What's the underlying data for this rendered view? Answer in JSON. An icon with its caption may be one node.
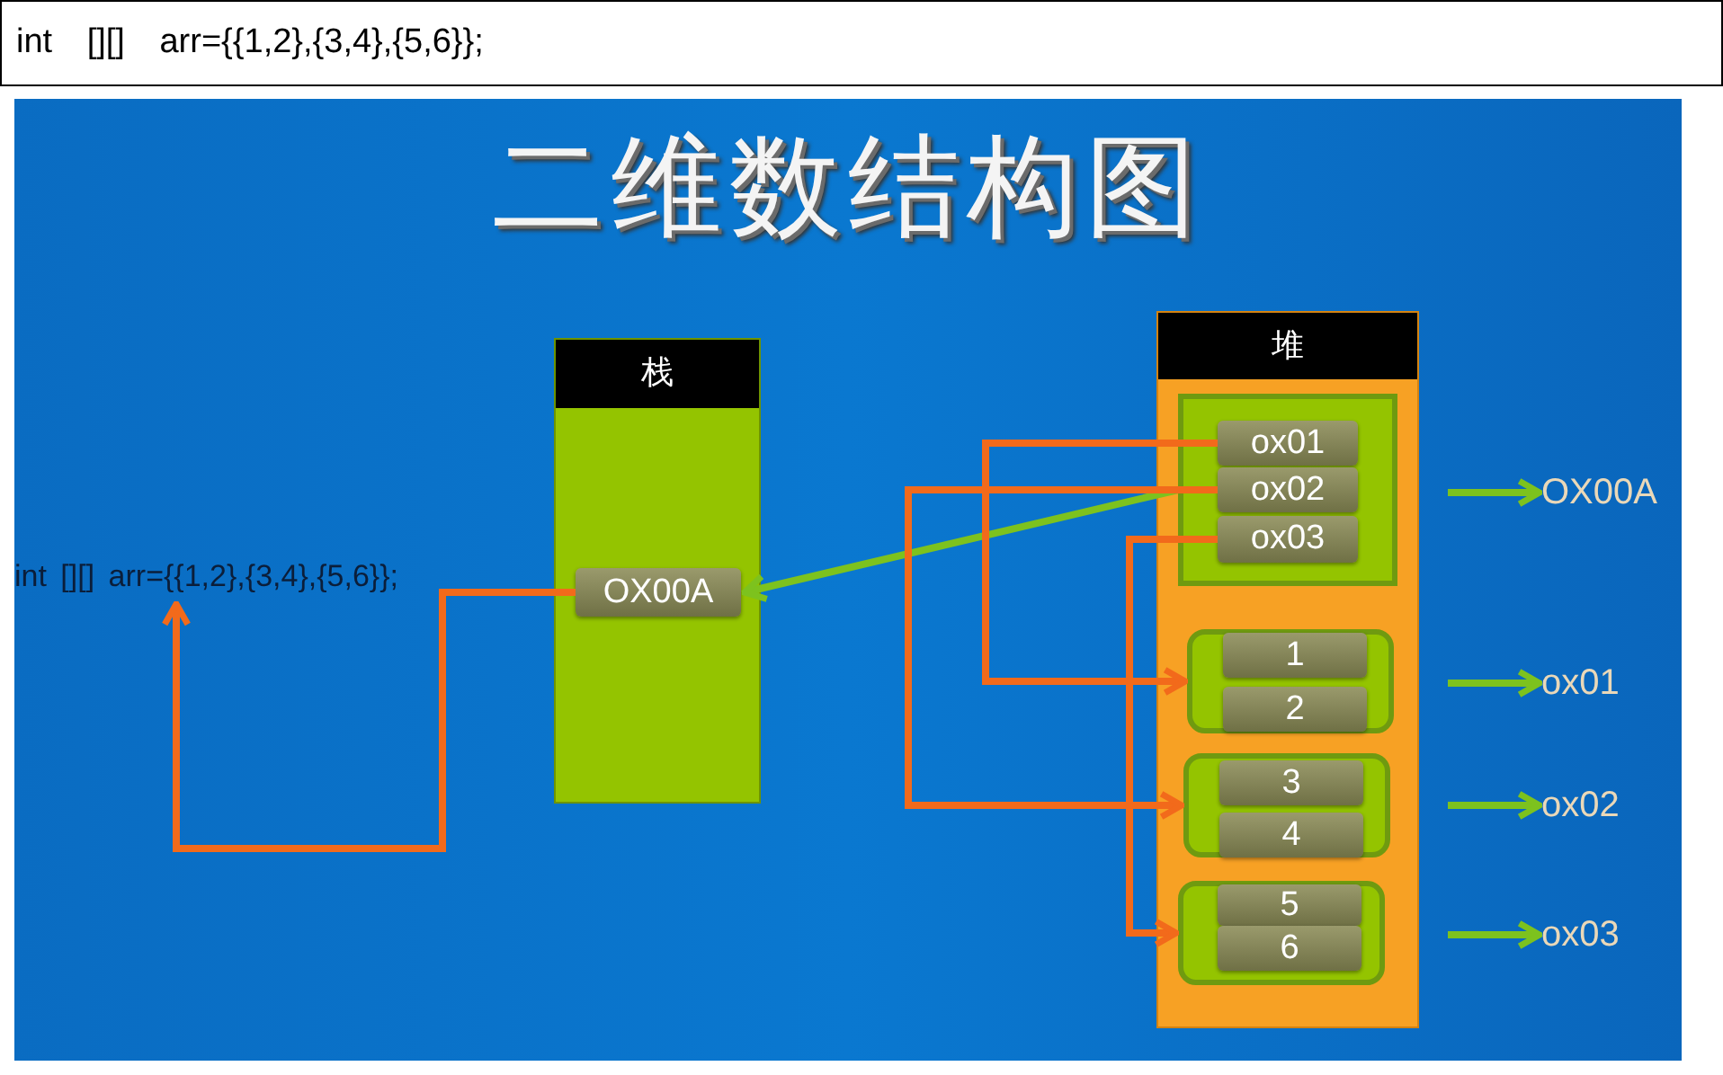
{
  "diagram": {
    "title": "二维数结构图",
    "nodes": [
      {
        "text": [
          "栈"
        ]
      },
      {
        "text": [
          "OX00A"
        ],
        "in": 0
      },
      {
        "text": [
          "堆"
        ]
      },
      {
        "text": [],
        "shape": "box",
        "in": 2
      },
      {
        "text": [
          "ox01"
        ],
        "in": 3
      },
      {
        "text": [
          "ox02"
        ],
        "in": 3
      },
      {
        "text": [
          "ox03"
        ],
        "in": 3
      },
      {
        "text": [],
        "shape": "box",
        "in": 2
      },
      {
        "text": [
          "1"
        ],
        "in": 7
      },
      {
        "text": [
          "2"
        ],
        "in": 7
      },
      {
        "text": [],
        "shape": "box",
        "in": 2
      },
      {
        "text": [
          "3"
        ],
        "in": 10
      },
      {
        "text": [
          "4"
        ],
        "in": 10
      },
      {
        "text": [],
        "shape": "box",
        "in": 2
      },
      {
        "text": [
          "5"
        ],
        "in": 13
      },
      {
        "text": [
          "6"
        ],
        "in": 13
      },
      {
        "text": [
          "int [][] arr={{1,2},{3,4},{5,6}};"
        ]
      },
      {
        "text": [
          "OX00A"
        ]
      },
      {
        "text": [
          "ox01"
        ]
      },
      {
        "text": [
          "ox02"
        ]
      },
      {
        "text": [
          "ox03"
        ]
      }
    ],
    "edges": [
      {
        "from": 3,
        "to": 1,
        "arrow": "to",
        "color": "#7dc21e"
      },
      {
        "from": 1,
        "to": 16,
        "arrow": "to",
        "color": "#f26a1b"
      },
      {
        "from": 4,
        "to": 7,
        "arrow": "to",
        "color": "#f26a1b"
      },
      {
        "from": 5,
        "to": 10,
        "arrow": "to",
        "color": "#f26a1b"
      },
      {
        "from": 6,
        "to": 13,
        "arrow": "to",
        "color": "#f26a1b"
      },
      {
        "from": null,
        "to": 17,
        "arrow": "to",
        "color": "#7dc21e"
      },
      {
        "from": null,
        "to": 18,
        "arrow": "to",
        "color": "#7dc21e"
      },
      {
        "from": null,
        "to": 19,
        "arrow": "to",
        "color": "#7dc21e"
      },
      {
        "from": null,
        "to": 20,
        "arrow": "to",
        "color": "#7dc21e"
      }
    ],
    "labels": [
      "int [][] arr={{1,2},{3,4},{5,6}};"
    ]
  }
}
